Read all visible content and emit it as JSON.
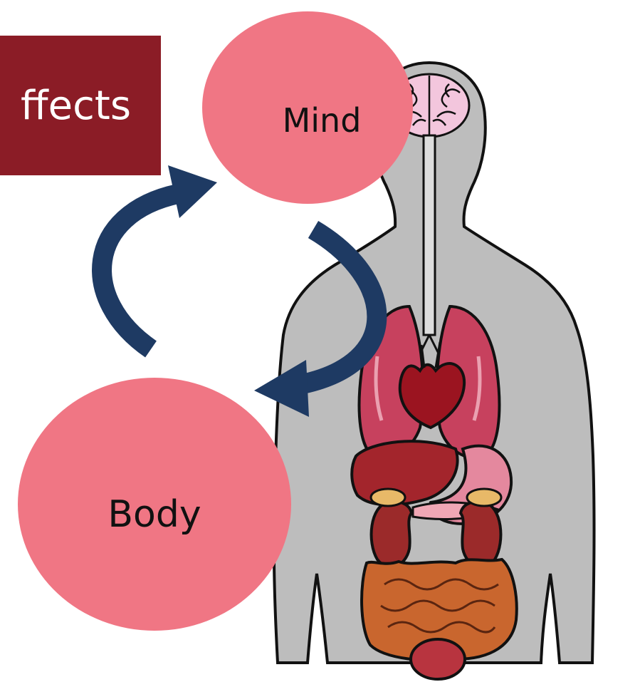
{
  "title_fragment": "ffects",
  "mind_label": "Mind",
  "body_label": "Body",
  "colors": {
    "title_bg": "#8b1c26",
    "circle_fill": "#f07684",
    "arrow": "#1e3a63",
    "silhouette": "#bdbdbd",
    "outline": "#111111"
  }
}
